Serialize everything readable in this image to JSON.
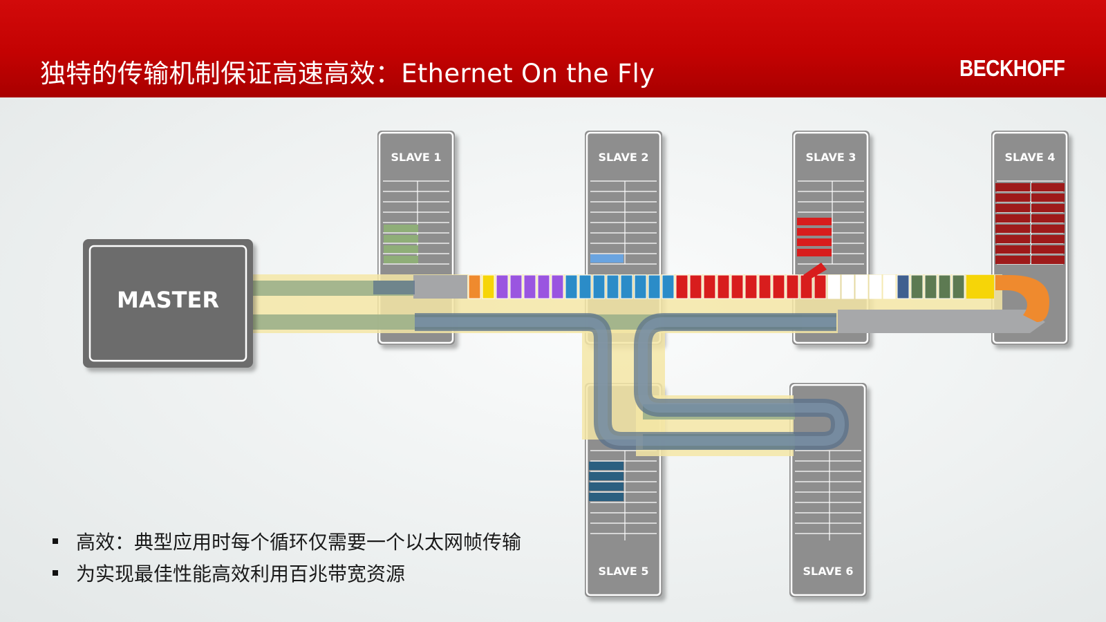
{
  "header": {
    "title": "独特的传输机制保证高速高效：Ethernet On the Fly",
    "logo": "BECKHOFF",
    "color": "#c60000"
  },
  "master": {
    "label": "MASTER"
  },
  "slaves": [
    {
      "id": "slave1",
      "label": "SLAVE 1"
    },
    {
      "id": "slave2",
      "label": "SLAVE 2"
    },
    {
      "id": "slave3",
      "label": "SLAVE 3"
    },
    {
      "id": "slave4",
      "label": "SLAVE 4"
    },
    {
      "id": "slave5",
      "label": "SLAVE 5"
    },
    {
      "id": "slave6",
      "label": "SLAVE 6"
    }
  ],
  "frame_colors": {
    "orange": "#ef8a2e",
    "yellow": "#f6d508",
    "purple": "#9a55e0",
    "blue": "#2b8cc8",
    "red": "#d81d1d",
    "white": "#ffffff",
    "navy": "#3f5f8f",
    "green": "#5d7a52",
    "green_light": "#8fae78",
    "dark_red": "#9e1a1a",
    "dark_blue": "#2b5f80",
    "light_blue": "#6aa4e0"
  },
  "bullets": [
    "高效：典型应用时每个循环仅需要一个以太网帧传输",
    "为实现最佳性能高效利用百兆带宽资源"
  ]
}
